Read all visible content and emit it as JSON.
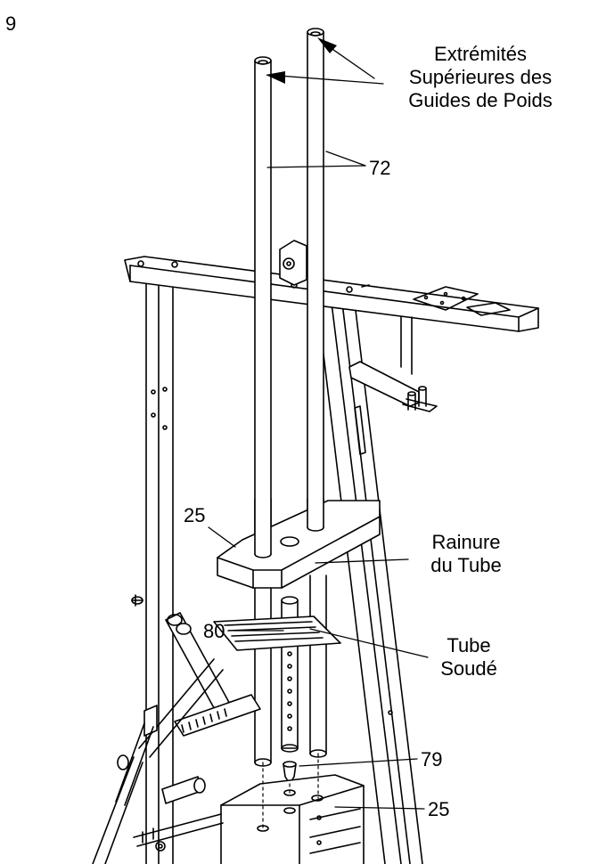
{
  "step_number": "9",
  "callouts": {
    "guide_tops": [
      "Extrémités",
      "Supérieures des",
      "Guides de Poids"
    ],
    "part_72": "72",
    "part_25_upper": "25",
    "tube_slot": [
      "Rainure",
      "du Tube"
    ],
    "part_80": "80",
    "welded_tube": [
      "Tube",
      "Soudé"
    ],
    "part_79": "79",
    "part_25_lower": "25"
  }
}
